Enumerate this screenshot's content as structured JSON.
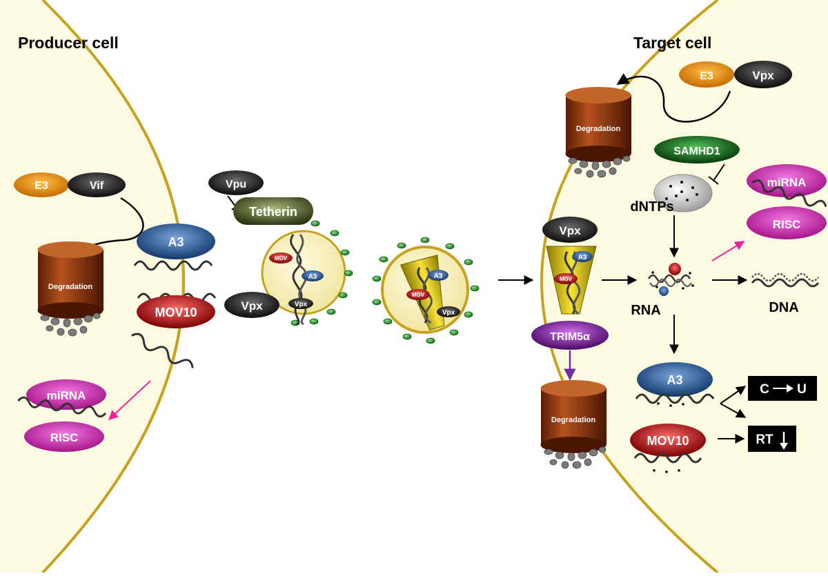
{
  "labels": {
    "producer_cell": "Producer cell",
    "target_cell": "Target cell",
    "e3": "E3",
    "vif": "Vif",
    "vpu": "Vpu",
    "tetherin": "Tetherin",
    "a3": "A3",
    "mov10": "MOV10",
    "mov": "MOV",
    "vpx": "Vpx",
    "mirna": "miRNA",
    "risc": "RISC",
    "degradation": "Degradation",
    "samhd1": "SAMHD1",
    "dntps": "dNTPs",
    "trim5a": "TRIM5α",
    "rna": "RNA",
    "dna": "DNA",
    "c_u_c": "C",
    "c_u_u": "U",
    "rt": "RT"
  },
  "colors": {
    "cell_fill": "#fcfae1",
    "membrane": "#c8a21e",
    "degradation_brown": "#7a2e08",
    "e3_orange": "#e08a00",
    "black_oval": "#1c1c1c",
    "a3_blue": "#1c4a8a",
    "mov10_red": "#c00000",
    "mirna_magenta": "#cc20a8",
    "samhd1_green": "#0d6e12",
    "trim5a_purple": "#7a1a9a",
    "tetherin_green": "#4e5e2a",
    "spike_green": "#1e8c1e",
    "pink_arrow": "#ee2299",
    "purple_arrow": "#7030a0"
  }
}
